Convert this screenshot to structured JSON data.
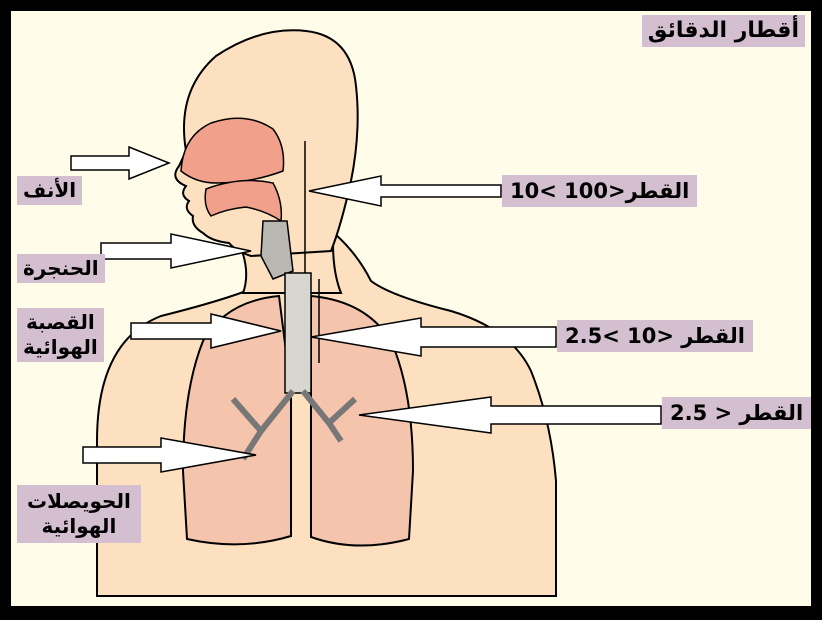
{
  "title": "أقطار الدقائق",
  "labels": {
    "nose": "الأنف",
    "larynx": "الحنجرة",
    "trachea": "القصبة\nالهوائية",
    "alveoli": "الحويصلات\nالهوائية"
  },
  "sizes": {
    "large": "10< القطر<100",
    "medium": "2.5< القطر <10",
    "small": "القطر < 2.5"
  },
  "colors": {
    "background": "#fffde9",
    "skin": "#fde0c0",
    "airway": "#f1a08c",
    "lung": "#f4c4ac",
    "label_bg": "#d3bfcf"
  }
}
